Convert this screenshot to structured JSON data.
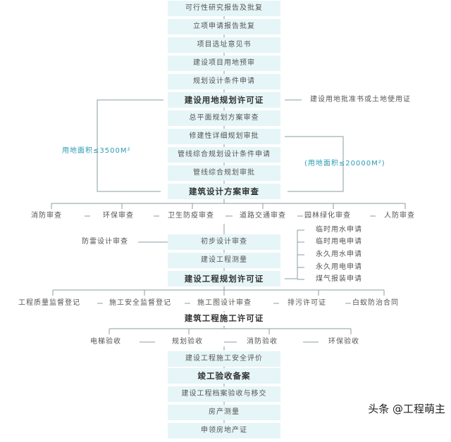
{
  "main": [
    "可行性研究报告及批复",
    "立项申请报告批复",
    "项目选址意见书",
    "建设项目用地预审",
    "规划设计条件申请",
    "建设用地规划许可证",
    "总平面规划方案审查",
    "修建性详细规划审批",
    "管线综合规划设计条件申请",
    "管线综合规划审批",
    "建筑设计方案审查",
    "初步设计审查",
    "建设工程测量",
    "建设工程规划许可证",
    "建筑工程施工许可证",
    "建设工程施工安全评价",
    "竣工验收备案",
    "建设工程档案验收与移交",
    "房产测量",
    "申领房地产证"
  ],
  "side": {
    "land_cert": "建设用地批准书或土地使用证",
    "area_small": "用地面积≤3500M²",
    "area_large": "(用地面积≤20000M²)",
    "lightning": "防雷设计审查"
  },
  "row1": [
    "消防审查",
    "环保审查",
    "卫生防疫审查",
    "道路交通审查",
    "园林绿化审查",
    "人防审查"
  ],
  "utilities": [
    "临时用水申请",
    "临时用电申请",
    "永久用水申请",
    "永久用电申请",
    "煤气报装申请"
  ],
  "row2": [
    "工程质量监督登记",
    "施工安全监督登记",
    "施工图设计审查",
    "排污许可证",
    "白蚁防治合同"
  ],
  "row3": [
    "电梯验收",
    "规划验收",
    "消防验收",
    "环保验收"
  ],
  "watermark": "头条 @工程萌主"
}
